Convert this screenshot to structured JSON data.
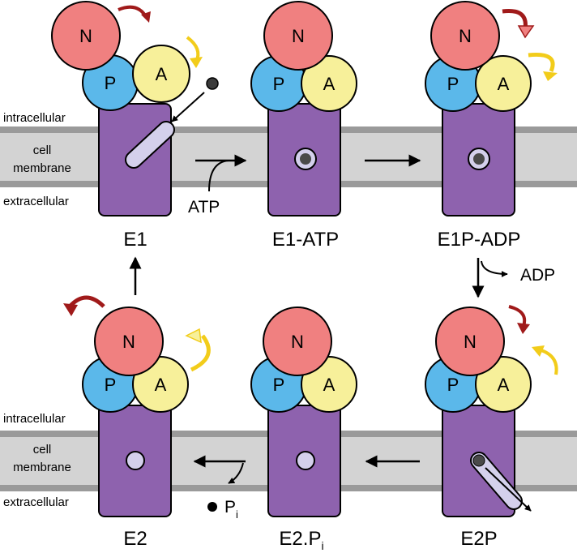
{
  "membrane": {
    "top_label": "intracellular",
    "mid_label_1": "cell",
    "mid_label_2": "membrane",
    "bottom_label": "extracellular"
  },
  "domains": {
    "n": "N",
    "p": "P",
    "a": "A"
  },
  "states": {
    "e1": "E1",
    "e1_atp": "E1-ATP",
    "e1p_adp": "E1P-ADP",
    "e2p": "E2P",
    "e2_pi_main": "E2.P",
    "e2_pi_sub": "i",
    "e2": "E2"
  },
  "molecules": {
    "atp": "ATP",
    "adp": "ADP",
    "pi_main": "P",
    "pi_sub": "i"
  },
  "colors": {
    "n_domain": "#f08080",
    "p_domain": "#5bb8ea",
    "a_domain": "#f7f09a",
    "transmembrane": "#8e62ae",
    "membrane": "#d3d3d3",
    "membrane_edge": "#9a9a9a",
    "channel": "#d4d0ec",
    "red_arrow": "#a01a1a",
    "yellow_arrow": "#f2cc1a"
  }
}
